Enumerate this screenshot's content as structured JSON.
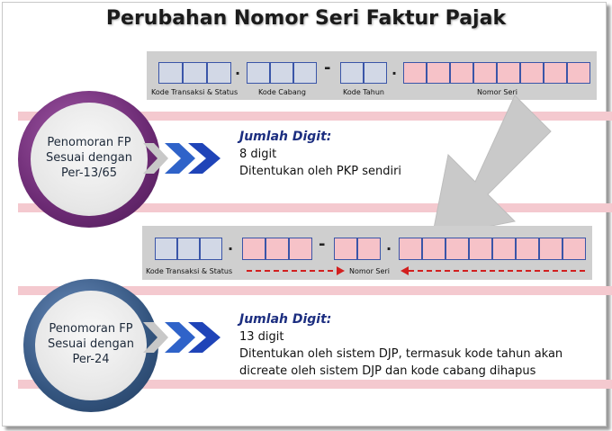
{
  "title": "Perubahan Nomor Seri Faktur Pajak",
  "top_row": {
    "labels": {
      "kode_transaksi": "Kode Transaksi & Status",
      "kode_cabang": "Kode Cabang",
      "kode_tahun": "Kode Tahun",
      "nomor_seri": "Nomor Seri"
    },
    "separators": [
      ".",
      "-",
      "."
    ]
  },
  "bottom_row": {
    "labels": {
      "kode_transaksi": "Kode Transaksi & Status",
      "nomor_seri": "Nomor Seri"
    },
    "separators": [
      ".",
      "-",
      "."
    ]
  },
  "section1": {
    "circle_lines": [
      "Penomoran FP",
      "Sesuai dengan",
      "Per-13/65"
    ],
    "heading": "Jumlah Digit:",
    "lines": [
      "8 digit",
      "Ditentukan oleh PKP sendiri"
    ]
  },
  "section2": {
    "circle_lines": [
      "Penomoran FP",
      "Sesuai dengan",
      "Per-24"
    ],
    "heading": "Jumlah Digit:",
    "lines": [
      "13 digit",
      "Ditentukan oleh sistem DJP, termasuk kode tahun akan",
      "dicreate oleh sistem DJP dan kode cabang dihapus"
    ]
  },
  "colors": {
    "box_blue": "#d2d8e6",
    "box_pink": "#f6c2c8",
    "box_border": "#3a55a8",
    "band_pink": "#f4c9cf",
    "circle1_ring": "#6b2a73",
    "circle2_ring": "#2f4f7a",
    "chevron_blue": "#1f4fbf",
    "arrow_red": "#d21f1f",
    "heading_blue": "#1c2e80"
  }
}
